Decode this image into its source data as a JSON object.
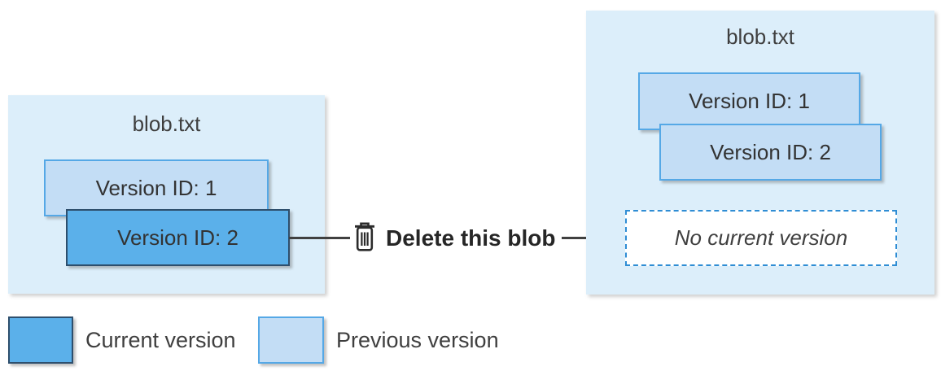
{
  "diagram": {
    "description": "Blob versioning: deleting a blob keeps previous versions with no current version"
  },
  "before": {
    "title": "blob.txt",
    "versions": [
      {
        "label": "Version ID: 1",
        "state": "previous"
      },
      {
        "label": "Version ID: 2",
        "state": "current"
      }
    ]
  },
  "action": {
    "label": "Delete this blob",
    "icon": "trash-icon"
  },
  "after": {
    "title": "blob.txt",
    "versions": [
      {
        "label": "Version ID: 1",
        "state": "previous"
      },
      {
        "label": "Version ID: 2",
        "state": "previous"
      }
    ],
    "placeholder": "No current version"
  },
  "legend": {
    "items": [
      {
        "label": "Current version",
        "color": "#5bb0ea"
      },
      {
        "label": "Previous version",
        "color": "#c3ddf5"
      }
    ]
  },
  "colors": {
    "container_background": "#dceefa",
    "current_fill": "#5bb0ea",
    "current_border": "#2e4f6d",
    "previous_fill": "#c3ddf5",
    "previous_border": "#55a8e6",
    "dashed_border": "#2f8dd4",
    "connector": "#404040",
    "text": "#3f3f3f"
  }
}
